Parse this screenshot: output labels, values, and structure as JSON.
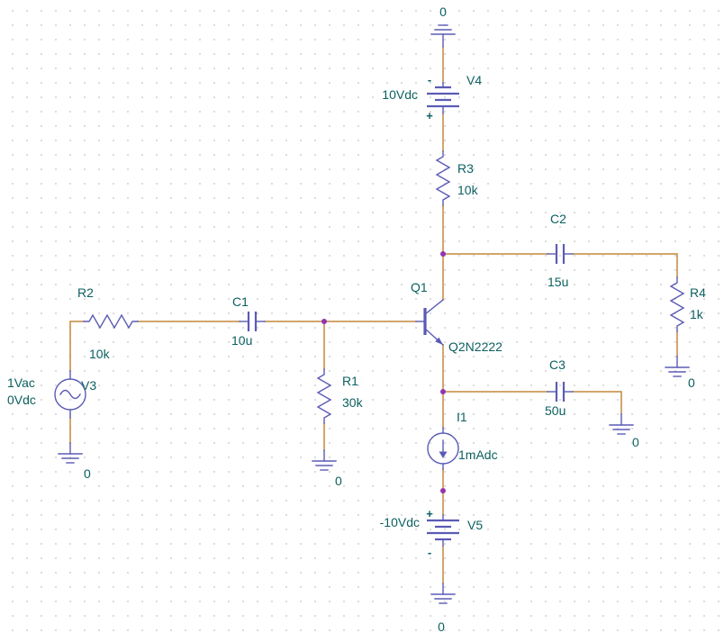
{
  "schematic": {
    "grounds_label": "0",
    "components": {
      "v3": {
        "ref": "V3",
        "ac": "1Vac",
        "dc": "0Vdc"
      },
      "r2": {
        "ref": "R2",
        "value": "10k"
      },
      "c1": {
        "ref": "C1",
        "value": "10u"
      },
      "r1": {
        "ref": "R1",
        "value": "30k"
      },
      "q1": {
        "ref": "Q1",
        "model": "Q2N2222"
      },
      "r3": {
        "ref": "R3",
        "value": "10k"
      },
      "v4": {
        "ref": "V4",
        "value": "10Vdc",
        "plus": "+",
        "minus": "-"
      },
      "c2": {
        "ref": "C2",
        "value": "15u"
      },
      "r4": {
        "ref": "R4",
        "value": "1k"
      },
      "c3": {
        "ref": "C3",
        "value": "50u"
      },
      "i1": {
        "ref": "I1",
        "value": "1mAdc"
      },
      "v5": {
        "ref": "V5",
        "value": "-10Vdc",
        "plus": "+",
        "minus": "-"
      }
    }
  },
  "colors": {
    "wire": "#c2883c",
    "part": "#5b5bb5",
    "text": "#0d6060",
    "junction": "#9334b2",
    "grid": "#d9d9d9",
    "bg": "#ffffff"
  }
}
